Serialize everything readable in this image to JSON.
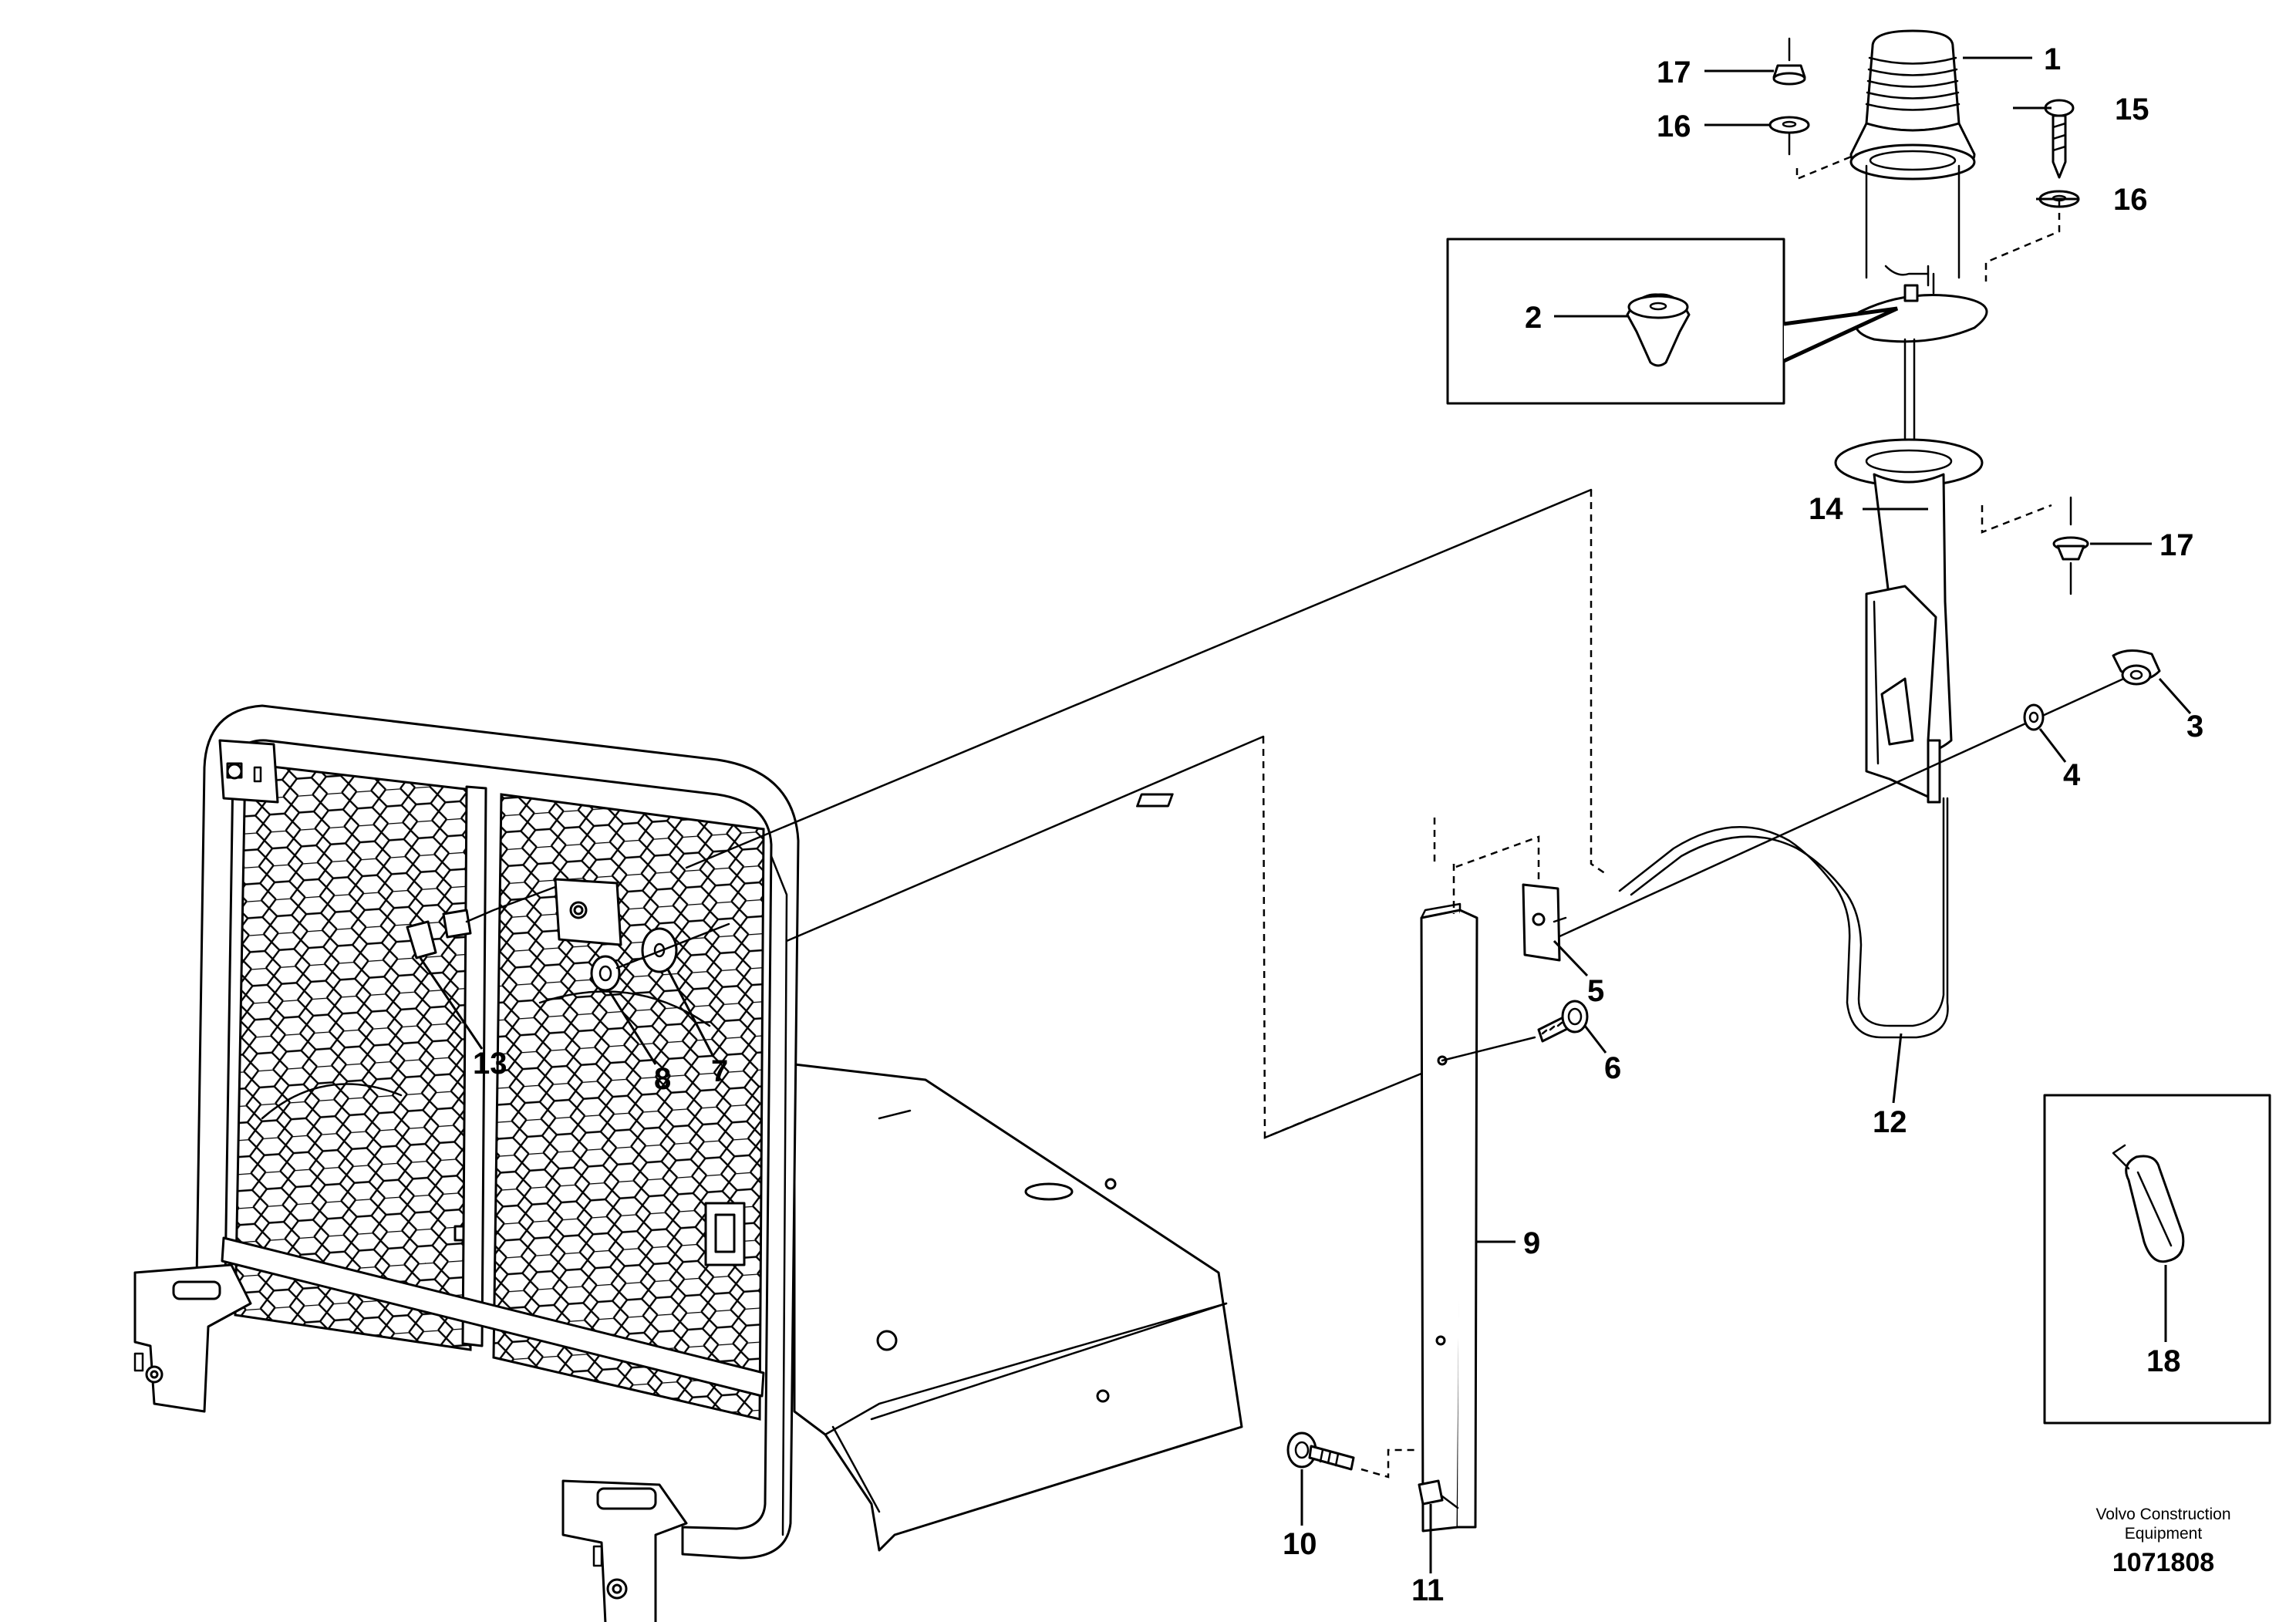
{
  "callouts": [
    {
      "id": "c1",
      "label": "1"
    },
    {
      "id": "c2",
      "label": "2"
    },
    {
      "id": "c3",
      "label": "3"
    },
    {
      "id": "c4",
      "label": "4"
    },
    {
      "id": "c5",
      "label": "5"
    },
    {
      "id": "c6",
      "label": "6"
    },
    {
      "id": "c7",
      "label": "7"
    },
    {
      "id": "c8",
      "label": "8"
    },
    {
      "id": "c9",
      "label": "9"
    },
    {
      "id": "c10",
      "label": "10"
    },
    {
      "id": "c11",
      "label": "11"
    },
    {
      "id": "c12",
      "label": "12"
    },
    {
      "id": "c13",
      "label": "13"
    },
    {
      "id": "c14",
      "label": "14"
    },
    {
      "id": "c15",
      "label": "15"
    },
    {
      "id": "c16a",
      "label": "16"
    },
    {
      "id": "c16b",
      "label": "16"
    },
    {
      "id": "c17a",
      "label": "17"
    },
    {
      "id": "c17b",
      "label": "17"
    },
    {
      "id": "c18",
      "label": "18"
    }
  ],
  "credit": {
    "line1": "Volvo Construction",
    "line2": "Equipment",
    "doc_number": "1071808"
  }
}
